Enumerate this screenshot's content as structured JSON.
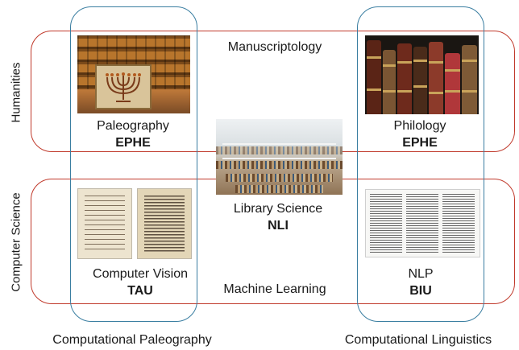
{
  "rows": {
    "humanities": "Humanities",
    "computer_science": "Computer Science"
  },
  "columns": {
    "computational_paleography": "Computational Paleography",
    "computational_linguistics": "Computational Linguistics"
  },
  "overlaps": {
    "manuscriptology": "Manuscriptology",
    "machine_learning": "Machine Learning"
  },
  "nodes": {
    "paleography": {
      "label": "Paleography",
      "institution": "EPHE"
    },
    "philology": {
      "label": "Philology",
      "institution": "EPHE"
    },
    "library_science": {
      "label": "Library Science",
      "institution": "NLI"
    },
    "computer_vision": {
      "label": "Computer Vision",
      "institution": "TAU"
    },
    "nlp": {
      "label": "NLP",
      "institution": "BIU"
    }
  },
  "colors": {
    "row_border": "#c0392b",
    "column_border": "#3a7ea1"
  }
}
